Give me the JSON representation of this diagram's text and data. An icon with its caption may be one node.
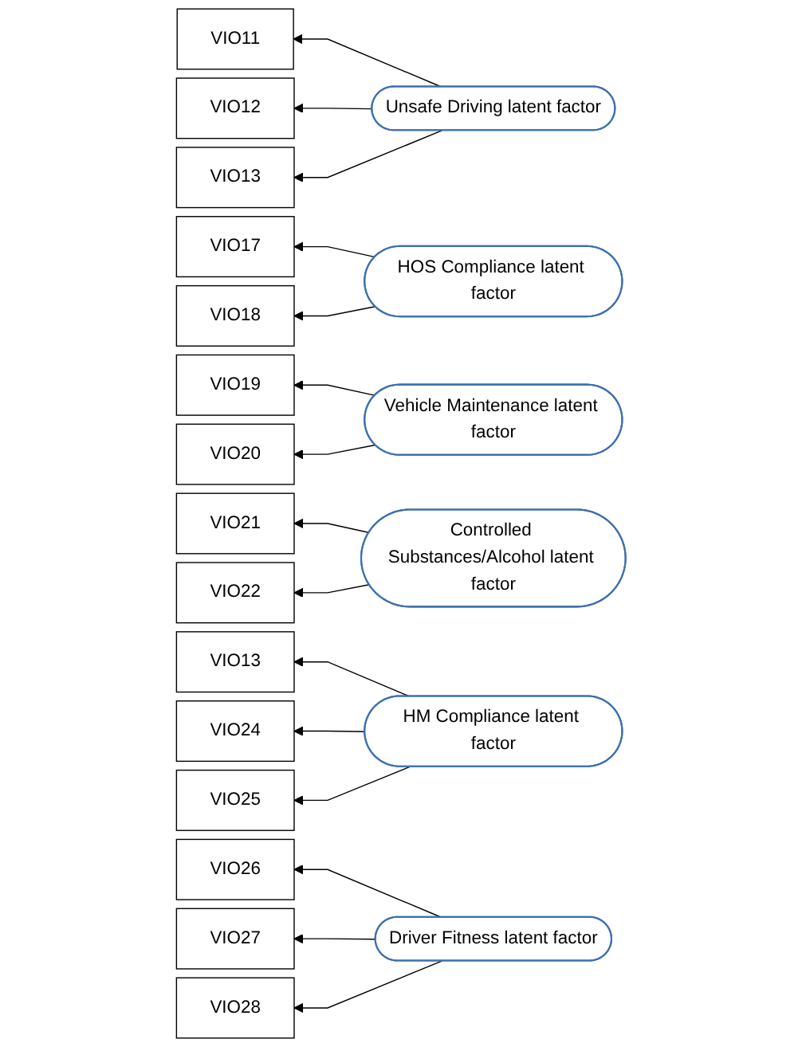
{
  "diagram": {
    "nodes": [
      {
        "text": [
          "VIO11"
        ]
      },
      {
        "text": [
          "VIO12"
        ]
      },
      {
        "text": [
          "VIO13"
        ]
      },
      {
        "text": [
          "Unsafe Driving latent factor"
        ]
      },
      {
        "text": [
          "VIO17"
        ]
      },
      {
        "text": [
          "VIO18"
        ]
      },
      {
        "text": [
          "HOS Compliance latent factor"
        ]
      },
      {
        "text": [
          "VIO19"
        ]
      },
      {
        "text": [
          "VIO20"
        ]
      },
      {
        "text": [
          "Vehicle Maintenance latent factor"
        ]
      },
      {
        "text": [
          "VIO21"
        ]
      },
      {
        "text": [
          "VIO22"
        ]
      },
      {
        "text": [
          "Controlled Substances/Alcohol latent factor"
        ]
      },
      {
        "text": [
          "VIO13"
        ]
      },
      {
        "text": [
          "VIO24"
        ]
      },
      {
        "text": [
          "VIO25"
        ]
      },
      {
        "text": [
          "HM Compliance latent factor"
        ]
      },
      {
        "text": [
          "VIO26"
        ]
      },
      {
        "text": [
          "VIO27"
        ]
      },
      {
        "text": [
          "VIO28"
        ]
      },
      {
        "text": [
          "Driver Fitness latent factor"
        ]
      }
    ],
    "edges": [
      {
        "from": 3,
        "to": 0,
        "arrow": "to"
      },
      {
        "from": 3,
        "to": 1,
        "arrow": "to"
      },
      {
        "from": 3,
        "to": 2,
        "arrow": "to"
      },
      {
        "from": 6,
        "to": 4,
        "arrow": "to"
      },
      {
        "from": 6,
        "to": 5,
        "arrow": "to"
      },
      {
        "from": 9,
        "to": 7,
        "arrow": "to"
      },
      {
        "from": 9,
        "to": 8,
        "arrow": "to"
      },
      {
        "from": 12,
        "to": 10,
        "arrow": "to"
      },
      {
        "from": 12,
        "to": 11,
        "arrow": "to"
      },
      {
        "from": 16,
        "to": 13,
        "arrow": "to"
      },
      {
        "from": 16,
        "to": 14,
        "arrow": "to"
      },
      {
        "from": 16,
        "to": 15,
        "arrow": "to"
      },
      {
        "from": 20,
        "to": 17,
        "arrow": "to"
      },
      {
        "from": 20,
        "to": 18,
        "arrow": "to"
      },
      {
        "from": 20,
        "to": 19,
        "arrow": "to"
      }
    ]
  }
}
